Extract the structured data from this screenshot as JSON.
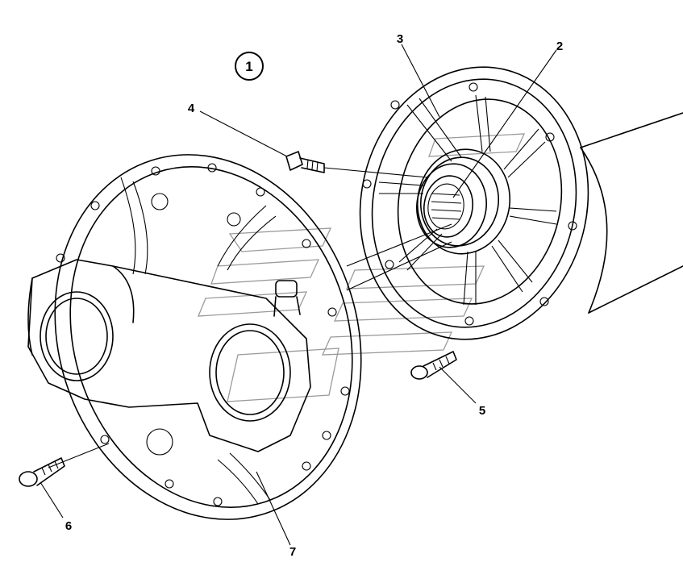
{
  "figure": {
    "number": "1"
  },
  "callouts": [
    {
      "id": "callout-2",
      "text": "2"
    },
    {
      "id": "callout-3",
      "text": "3"
    },
    {
      "id": "callout-4",
      "text": "4"
    },
    {
      "id": "callout-5",
      "text": "5"
    },
    {
      "id": "callout-6",
      "text": "6"
    },
    {
      "id": "callout-7",
      "text": "7"
    }
  ],
  "colors": {
    "line": "#000000",
    "background": "#ffffff",
    "watermark": "#9a9a9a"
  }
}
